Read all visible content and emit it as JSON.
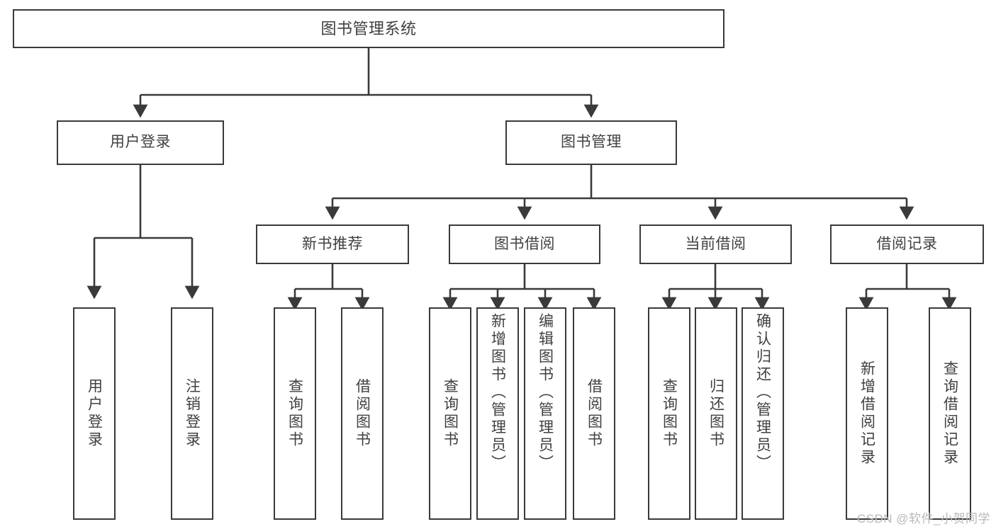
{
  "diagram": {
    "title": "图书管理系统",
    "type": "tree-hierarchy",
    "watermark": "CSDN @软件_小贺同学",
    "colors": {
      "stroke": "#3a3a3a",
      "text": "#404040",
      "background": "#ffffff",
      "watermark": "#b9b9b9"
    },
    "nodes": {
      "root": {
        "label": "图书管理系统"
      },
      "level1": [
        {
          "id": "user-login",
          "label": "用户登录"
        },
        {
          "id": "book-management",
          "label": "图书管理"
        }
      ],
      "level2": [
        {
          "id": "new-book-recommend",
          "label": "新书推荐"
        },
        {
          "id": "book-borrow",
          "label": "图书借阅"
        },
        {
          "id": "current-borrow",
          "label": "当前借阅"
        },
        {
          "id": "borrow-record",
          "label": "借阅记录"
        }
      ],
      "leaves": {
        "user_login": [
          {
            "id": "leaf-user-login",
            "label": "用户登录"
          },
          {
            "id": "leaf-logout",
            "label": "注销登录"
          }
        ],
        "new_book_recommend": [
          {
            "id": "leaf-query-book-1",
            "label": "查询图书"
          },
          {
            "id": "leaf-borrow-book-1",
            "label": "借阅图书"
          }
        ],
        "book_borrow": [
          {
            "id": "leaf-query-book-2",
            "label": "查询图书"
          },
          {
            "id": "leaf-add-book",
            "label": "新增图书（管理员）"
          },
          {
            "id": "leaf-edit-book",
            "label": "编辑图书（管理员）"
          },
          {
            "id": "leaf-borrow-book-2",
            "label": "借阅图书"
          }
        ],
        "current_borrow": [
          {
            "id": "leaf-query-book-3",
            "label": "查询图书"
          },
          {
            "id": "leaf-return-book",
            "label": "归还图书"
          },
          {
            "id": "leaf-confirm-return",
            "label": "确认归还（管理员）"
          }
        ],
        "borrow_record": [
          {
            "id": "leaf-add-borrow-record",
            "label": "新增借阅记录"
          },
          {
            "id": "leaf-query-borrow-record",
            "label": "查询借阅记录"
          }
        ]
      }
    }
  }
}
